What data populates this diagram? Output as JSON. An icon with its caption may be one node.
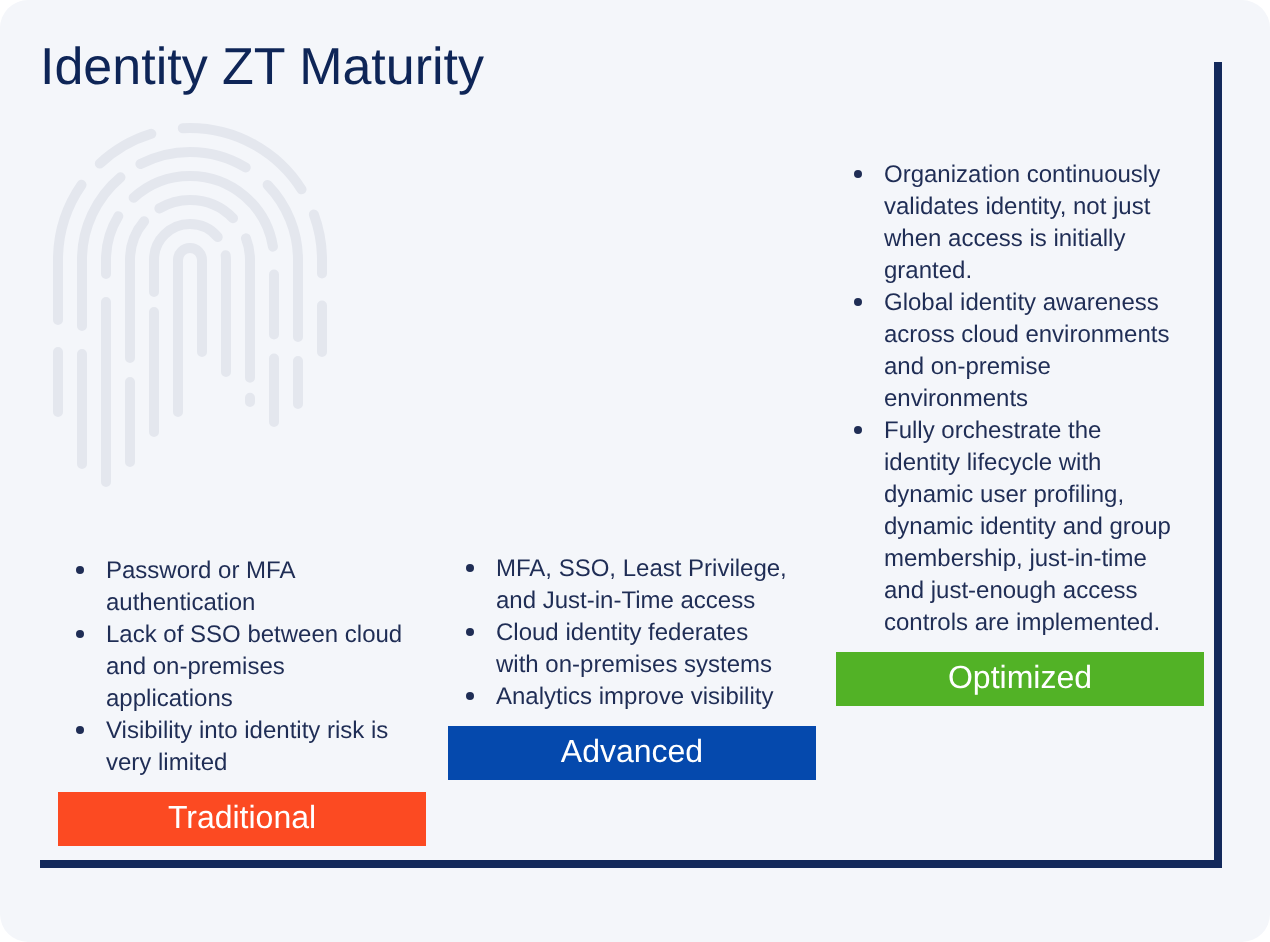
{
  "diagram": {
    "title": "Identity ZT Maturity",
    "nodes": [
      {
        "text": [
          "Traditional"
        ],
        "beside": [
          "Password or MFA authentication",
          "Lack of SSO between cloud and on-premises applications",
          "Visibility into identity risk is very limited"
        ]
      },
      {
        "text": [
          "Advanced"
        ],
        "beside": [
          "MFA, SSO, Least Privilege, and Just-in-Time access",
          "Cloud identity federates with on-premises systems",
          "Analytics improve visibility"
        ]
      },
      {
        "text": [
          "Optimized"
        ],
        "beside": [
          "Organization continuously validates identity, not just when access is initially granted.",
          "Global identity awareness across cloud environments and on-premise environments",
          "Fully orchestrate the identity lifecycle with dynamic user profiling, dynamic identity and group membership, just-in-time and just-enough access controls are implemented."
        ]
      }
    ]
  }
}
